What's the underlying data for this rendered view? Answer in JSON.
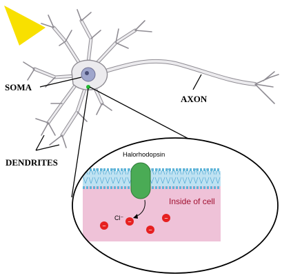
{
  "labels": {
    "soma": "SOMA",
    "axon": "AXON",
    "dendrites": "DENDRITES",
    "halorhodopsin": "Halorhodopsin",
    "inside_of_cell": "Inside of cell",
    "chloride_ion": "Cl⁻",
    "ion_sign": "−"
  },
  "colors": {
    "light": "#f8e000",
    "neuron_fill": "#ecebee",
    "neuron_stroke": "#8f8c93",
    "nucleus": "#9fa6cc",
    "membrane_head": "#5fb4d8",
    "membrane_tail": "#bfe2f2",
    "protein": "#4aab55",
    "cytoplasm": "#efc2d8",
    "ion": "#e62020",
    "marker": "#22bb33"
  }
}
